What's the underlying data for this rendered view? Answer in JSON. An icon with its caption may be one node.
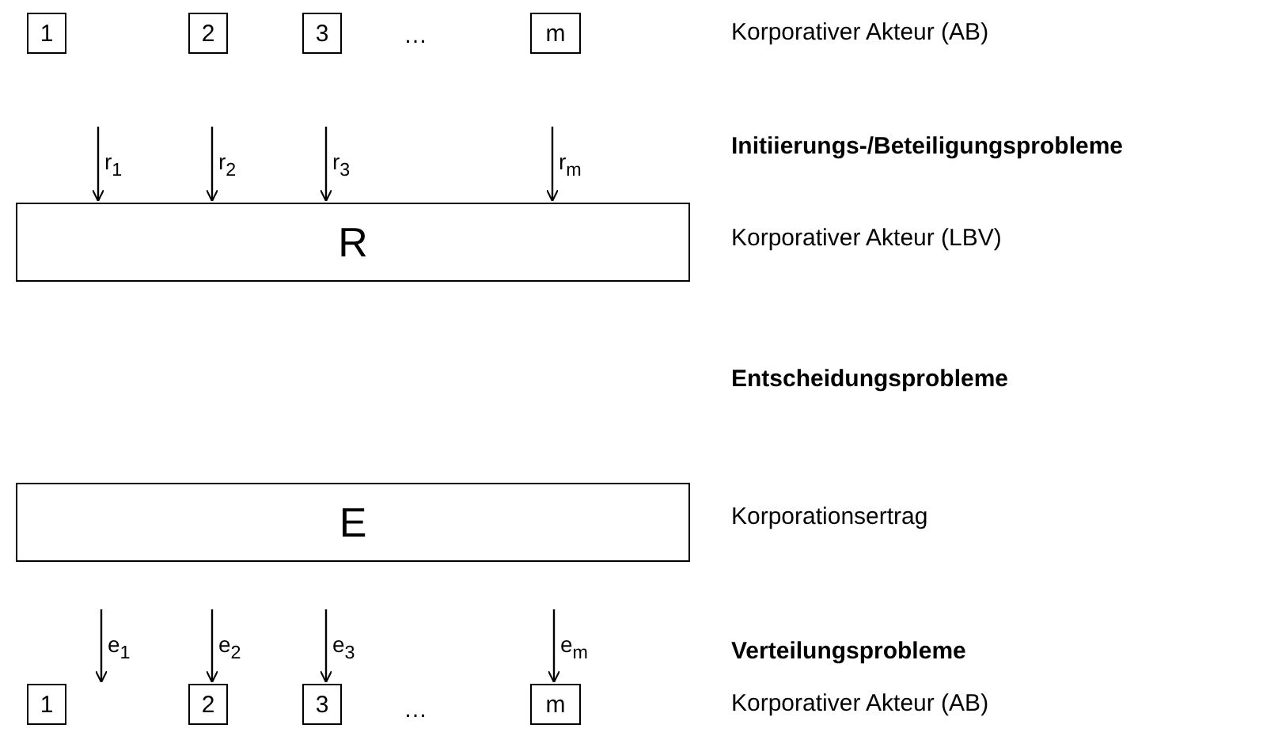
{
  "diagram": {
    "nodes": [
      {
        "text": [
          "1"
        ]
      },
      {
        "text": [
          "2"
        ]
      },
      {
        "text": [
          "3"
        ]
      },
      {
        "text": [
          "m"
        ]
      },
      {
        "text": [
          "R"
        ]
      },
      {
        "text": [
          "E"
        ]
      },
      {
        "text": [
          "1"
        ]
      },
      {
        "text": [
          "2"
        ]
      },
      {
        "text": [
          "3"
        ]
      },
      {
        "text": [
          "m"
        ]
      }
    ],
    "edges": [
      {
        "from": null,
        "to": 4,
        "arrow": "to",
        "label": "r$_{1}$"
      },
      {
        "from": null,
        "to": 4,
        "arrow": "to",
        "label": "r$_{2}$"
      },
      {
        "from": null,
        "to": 4,
        "arrow": "to",
        "label": "r$_{3}$"
      },
      {
        "from": null,
        "to": 4,
        "arrow": "to",
        "label": "r$_{m}$"
      },
      {
        "from": null,
        "to": 6,
        "arrow": "to",
        "label": "e$_{1}$"
      },
      {
        "from": null,
        "to": 7,
        "arrow": "to",
        "label": "e$_{2}$"
      },
      {
        "from": null,
        "to": 8,
        "arrow": "to",
        "label": "e$_{3}$"
      },
      {
        "from": null,
        "to": 9,
        "arrow": "to",
        "label": "e$_{m}$"
      }
    ],
    "labels": [
      "…",
      "Korporativer Akteur (AB)",
      "Initiierungs-/Beteiligungsprobleme",
      "Korporativer Akteur (LBV)",
      "Entscheidungsprobleme",
      "Korporationsertrag",
      "Verteilungsprobleme",
      "…",
      "Korporativer Akteur (AB)"
    ]
  }
}
